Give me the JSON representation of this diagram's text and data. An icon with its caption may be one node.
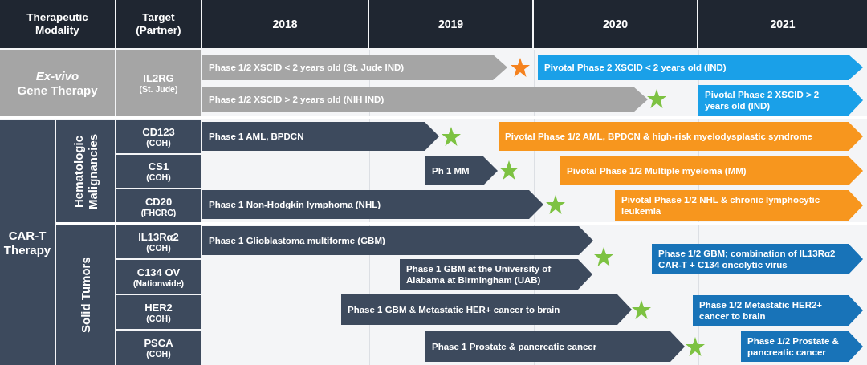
{
  "diagram": {
    "nodes": [
      {
        "text": [
          "Phase 1/2 XSCID < 2 years old (St. Jude IND)"
        ]
      },
      {
        "text": [
          "Pivotal Phase 2 XSCID < 2 years old (IND)"
        ]
      },
      {
        "text": [
          "Phase 1/2 XSCID > 2 years old (NIH IND)"
        ]
      },
      {
        "text": [
          "Pivotal Phase 2 XSCID > 2 years old (IND)"
        ]
      },
      {
        "text": [
          "Phase 1 AML, BPDCN"
        ]
      },
      {
        "text": [
          "Pivotal Phase 1/2 AML, BPDCN & high-risk myelodysplastic syndrome"
        ]
      },
      {
        "text": [
          "Ph 1 MM"
        ]
      },
      {
        "text": [
          "Pivotal Phase 1/2 Multiple myeloma (MM)"
        ]
      },
      {
        "text": [
          "Phase 1 Non-Hodgkin lymphoma (NHL)"
        ]
      },
      {
        "text": [
          "Pivotal Phase 1/2 NHL & chronic lymphocytic leukemia"
        ]
      },
      {
        "text": [
          "Phase 1 Glioblastoma multiforme (GBM)"
        ]
      },
      {
        "text": [
          "Phase 1/2 GBM; combination of IL13Rα2 CAR-T + C134 oncolytic virus"
        ]
      },
      {
        "text": [
          "Phase 1 GBM at the University of Alabama at Birmingham (UAB)"
        ]
      },
      {
        "text": [
          "Phase 1 GBM & Metastatic HER+ cancer to brain"
        ]
      },
      {
        "text": [
          "Phase 1/2 Metastatic HER2+ cancer to brain"
        ]
      },
      {
        "text": [
          "Phase 1 Prostate & pancreatic cancer"
        ]
      },
      {
        "text": [
          "Phase 1/2 Prostate & pancreatic cancer"
        ]
      }
    ],
    "labels": [
      "Therapeutic Modality",
      "Target (Partner)",
      "2018",
      "2019",
      "2020",
      "2021",
      "*Ex-vivo* Gene Therapy",
      "IL2RG",
      "(St. Jude)",
      "CAR-T Therapy",
      "Hematologic Malignancies",
      "CD123",
      "(COH)",
      "CS1",
      "(COH)",
      "CD20",
      "(FHCRC)",
      "Solid Tumors",
      "IL13Rα2",
      "(COH)",
      "C134 OV",
      "(Nationwide)",
      "HER2",
      "(COH)",
      "PSCA",
      "(COH)"
    ]
  }
}
